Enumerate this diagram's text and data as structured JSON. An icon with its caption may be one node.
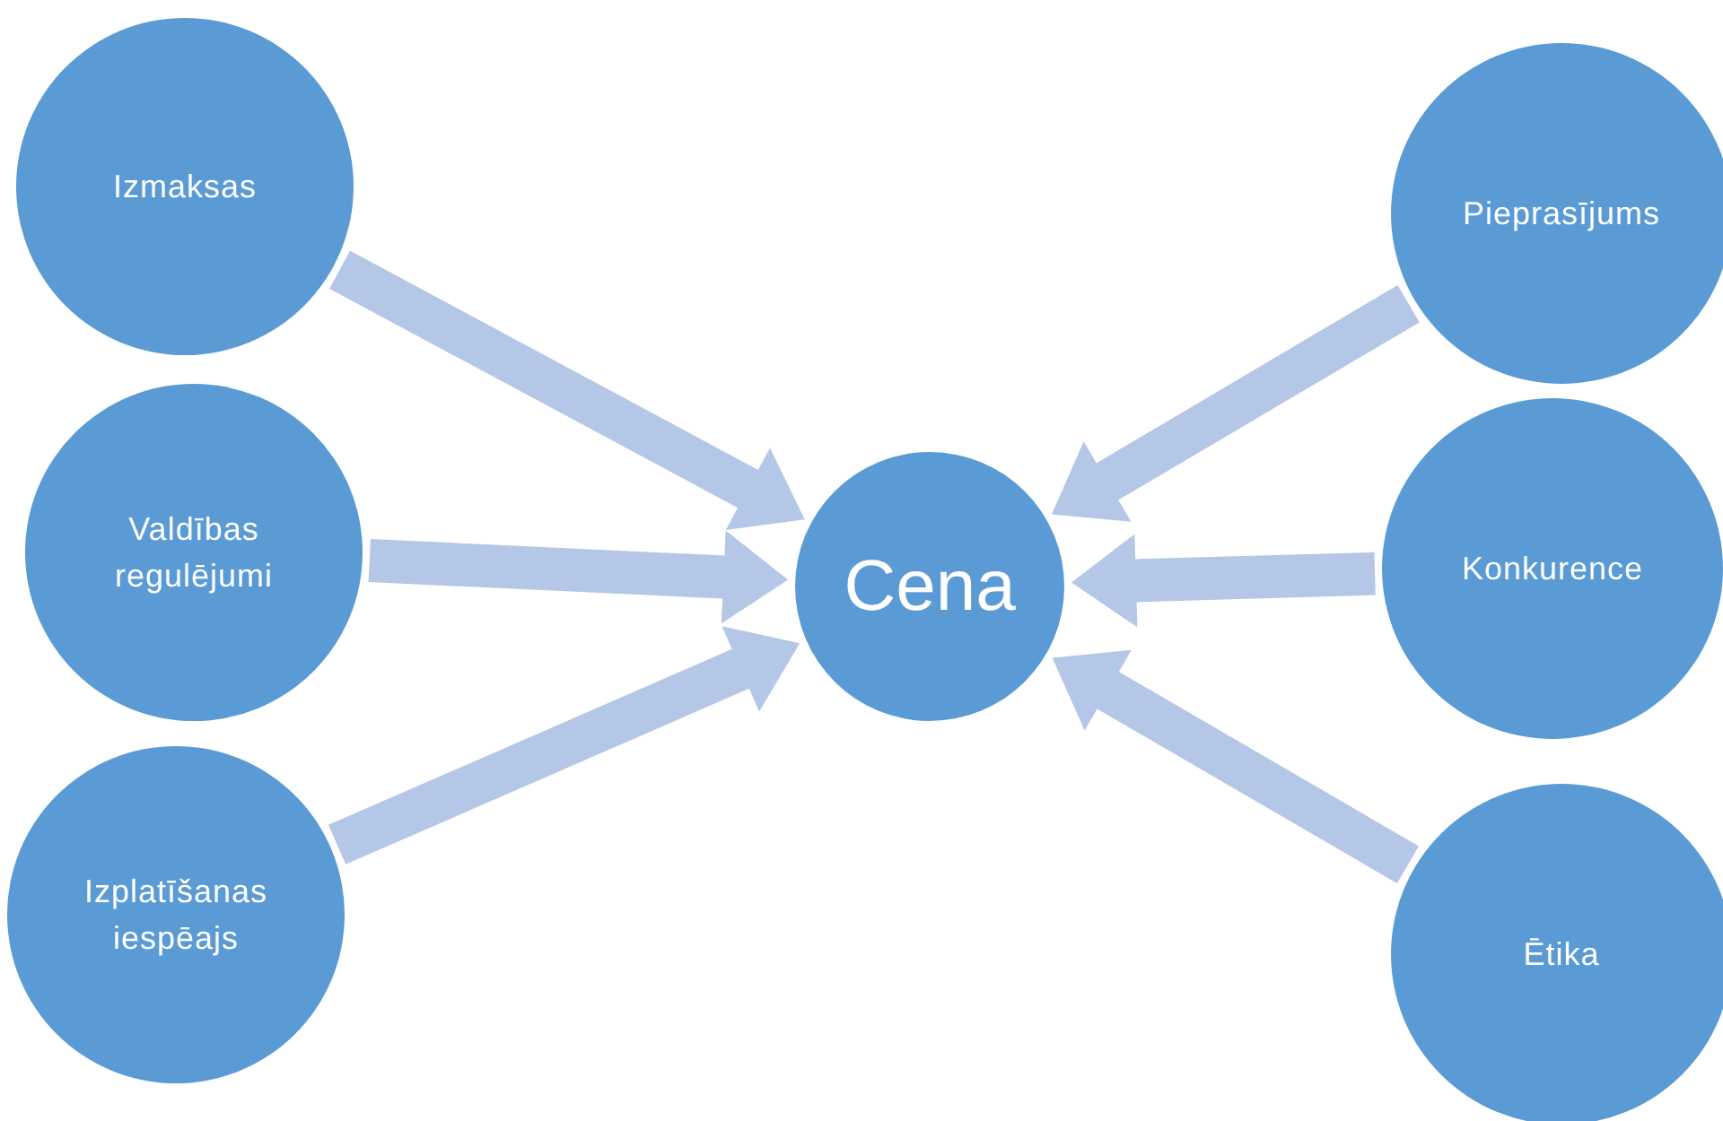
{
  "diagram": {
    "nodes": [
      {
        "text": [
          "Izmaksas"
        ]
      },
      {
        "text": [
          "Valdības regulējumi"
        ]
      },
      {
        "text": [
          "Izplatīšanas iespēajs"
        ]
      },
      {
        "text": [
          "Cena"
        ]
      },
      {
        "text": [
          "Pieprasījums"
        ]
      },
      {
        "text": [
          "Konkurence"
        ]
      },
      {
        "text": [
          "Ētika"
        ]
      }
    ],
    "edges": [
      {
        "from": 0,
        "to": 3,
        "arrow": "to"
      },
      {
        "from": 1,
        "to": 3,
        "arrow": "to"
      },
      {
        "from": 2,
        "to": 3,
        "arrow": "to"
      },
      {
        "from": 4,
        "to": 3,
        "arrow": "to"
      },
      {
        "from": 5,
        "to": 3,
        "arrow": "to"
      },
      {
        "from": 6,
        "to": 3,
        "arrow": "to"
      }
    ]
  }
}
